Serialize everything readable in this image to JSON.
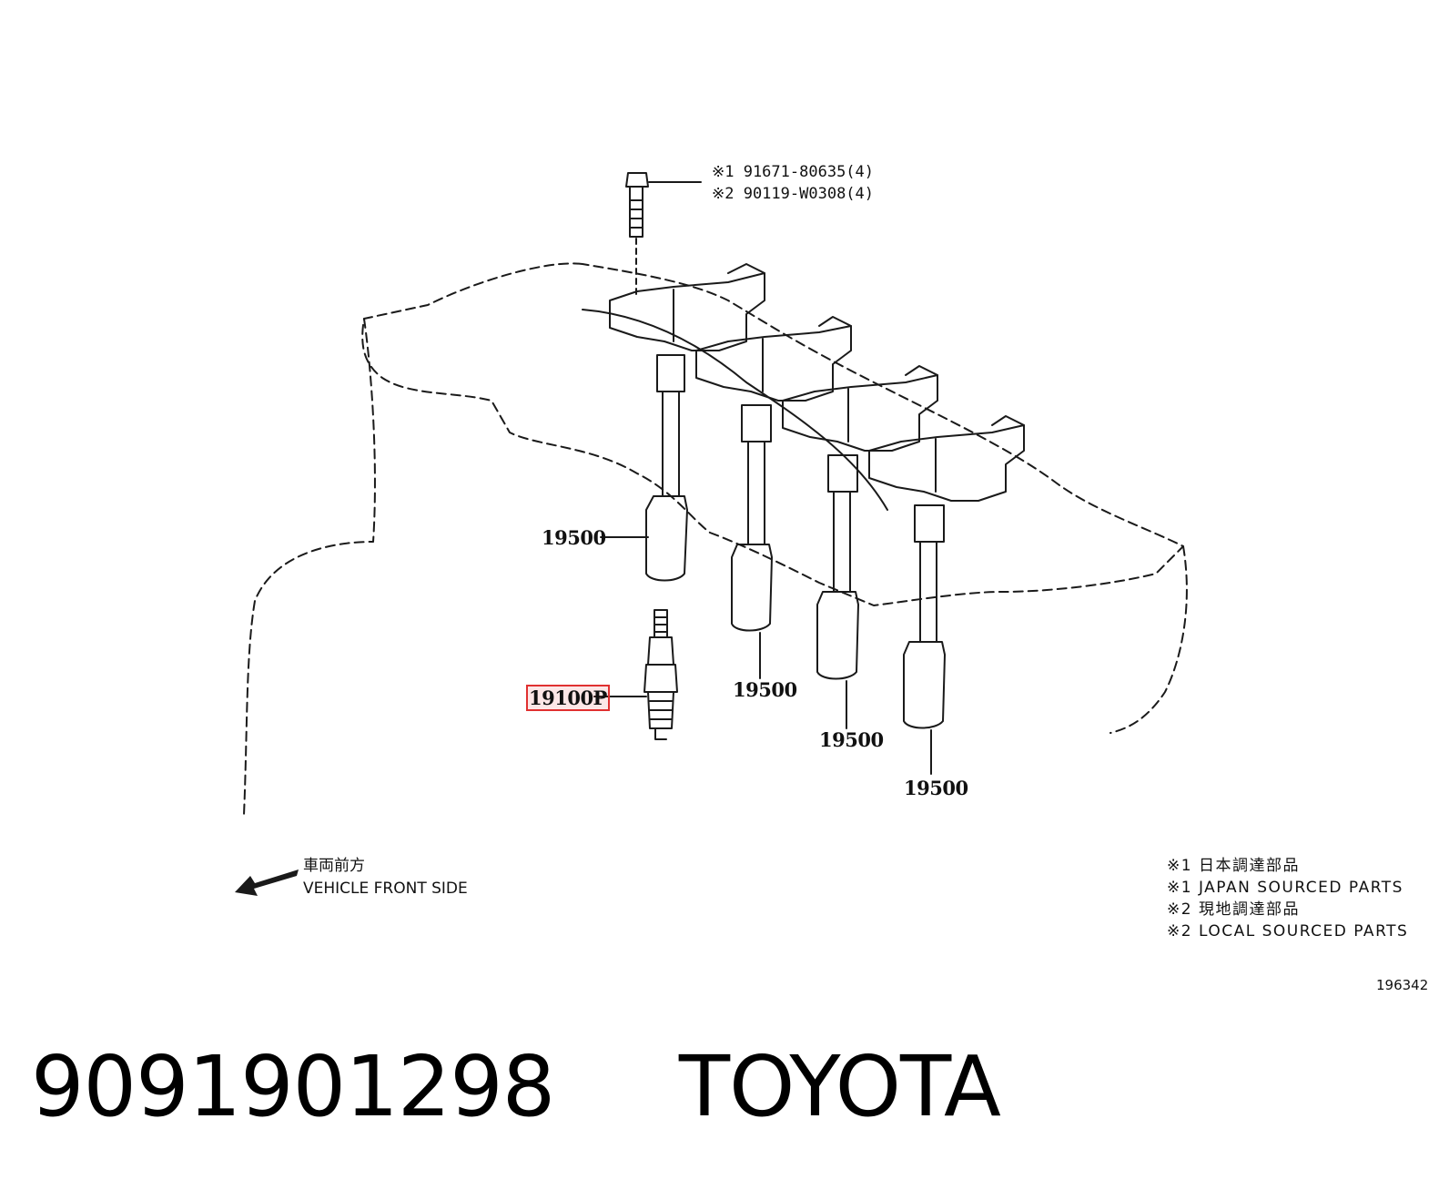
{
  "bolt": {
    "spec_line_1": "※1 91671-80635(4)",
    "spec_line_2": "※2 90119-W0308(4)"
  },
  "coil_labels": [
    "19500",
    "19500",
    "19500",
    "19500"
  ],
  "spark_plug_label": "19100P",
  "front_direction": {
    "jp": "車両前方",
    "en": "VEHICLE FRONT SIDE"
  },
  "legend": [
    "※1 日本調達部品",
    "※1 JAPAN SOURCED PARTS",
    "※2 現地調達部品",
    "※2 LOCAL SOURCED PARTS"
  ],
  "illustration_number": "196342",
  "footer": {
    "part_number": "9091901298",
    "brand": "TOYOTA"
  },
  "colors": {
    "line": "#1a1a1a",
    "highlight": "#e03030"
  }
}
